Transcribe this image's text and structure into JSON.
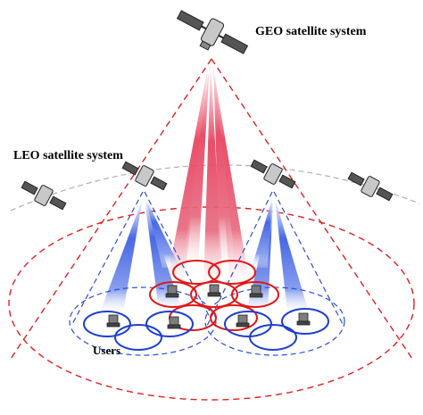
{
  "labels": {
    "geo": "GEO satellite system",
    "leo": "LEO satellite system",
    "users": "Users"
  },
  "colors": {
    "geo_beam": "#e0304a",
    "leo_beam": "#2f57d9",
    "dashed_red": "#e02020",
    "dashed_blue": "#2b4fd6",
    "orbit": "#b0b0b0",
    "spot_red": "#e01818",
    "spot_blue": "#1f3fd0",
    "satellite": "#444444"
  },
  "icons": {
    "geo_satellite": "satellite-icon",
    "leo_satellite": "satellite-icon",
    "user_terminal": "user-terminal-icon"
  }
}
